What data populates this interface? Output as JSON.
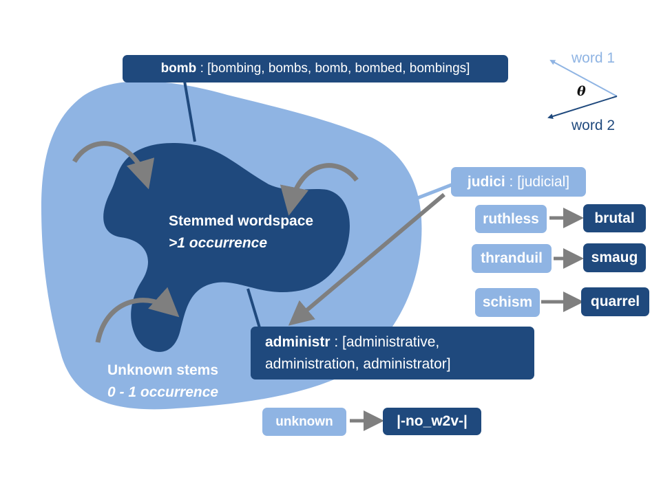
{
  "bomb_box": {
    "key": "bomb",
    "sep": " : ",
    "list": "[bombing, bombs, bomb, bombed, bombings]"
  },
  "judici_box": {
    "key": "judici",
    "sep": " : ",
    "list": "[judicial]"
  },
  "administr_box": {
    "key": "administr",
    "sep": " : ",
    "line1": "[administrative,",
    "line2": "administration, administrator]"
  },
  "inner_region": {
    "title": "Stemmed wordspace",
    "subtitle": ">1 occurrence"
  },
  "outer_region": {
    "title": "Unknown stems",
    "subtitle": "0 - 1 occurrence"
  },
  "mappings": [
    {
      "from": "ruthless",
      "to": "brutal"
    },
    {
      "from": "thranduil",
      "to": "smaug"
    },
    {
      "from": "schism",
      "to": "quarrel"
    },
    {
      "from": "unknown",
      "to": "|-no_w2v-|"
    }
  ],
  "vector_legend": {
    "word1": "word 1",
    "word2": "word 2",
    "angle": "θ"
  },
  "colors": {
    "dark_blue": "#1f497d",
    "light_blue": "#8fb4e3",
    "arrow_grey": "#7f7f7f"
  }
}
